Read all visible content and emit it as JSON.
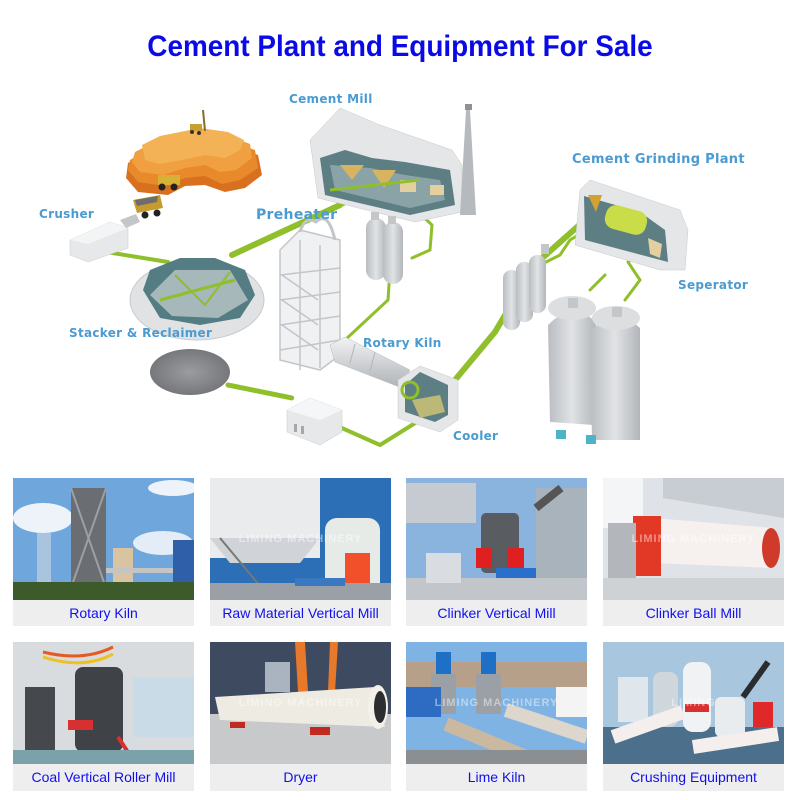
{
  "header": {
    "title": "Cement Plant and Equipment For Sale"
  },
  "diagram": {
    "labels": {
      "cement_mill": "Cement Mill",
      "cement_grinding_plant": "Cement Grinding Plant",
      "crusher": "Crusher",
      "preheater": "Preheater",
      "separator": "Seperator",
      "stacker_reclaimer": "Stacker & Reclaimer",
      "rotary_kiln": "Rotary Kiln",
      "cooler": "Cooler"
    },
    "colors": {
      "label": "#4a9bd1",
      "pipe": "#8fbf2a",
      "building": "#e4e6e8",
      "quarry": "#e8902a"
    }
  },
  "equipment": {
    "row1": [
      {
        "label": "Rotary Kiln",
        "watermark": ""
      },
      {
        "label": "Raw Material Vertical Mill",
        "watermark": "LIMING MACHINERY"
      },
      {
        "label": "Clinker Vertical Mill",
        "watermark": ""
      },
      {
        "label": "Clinker Ball Mill",
        "watermark": "LIMING MACHINERY"
      }
    ],
    "row2": [
      {
        "label": "Coal Vertical Roller Mill",
        "watermark": ""
      },
      {
        "label": "Dryer",
        "watermark": "LIMING MACHINERY"
      },
      {
        "label": "Lime Kiln",
        "watermark": "LIMING MACHINERY"
      },
      {
        "label": "Crushing Equipment",
        "watermark": "LIMING"
      }
    ]
  },
  "colors": {
    "title": "#0a0ae6",
    "caption_text": "#1010ee",
    "caption_bg": "#eeeeee"
  }
}
